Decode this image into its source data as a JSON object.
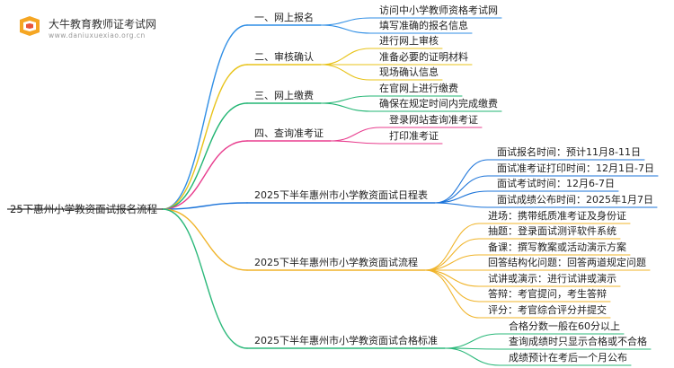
{
  "brand": {
    "title": "大牛教育教师证考试网",
    "url": "www.daniuxuexiao.org.cn"
  },
  "root": "25下惠州小学教资面试报名流程",
  "branches": [
    {
      "label": "一、网上报名",
      "color": "#2f8ee5",
      "children": [
        "访问中小学教师资格考试网",
        "填写准确的报名信息"
      ]
    },
    {
      "label": "二、审核确认",
      "color": "#e8c31a",
      "children": [
        "进行网上审核",
        "准备必要的证明材料",
        "现场确认信息"
      ]
    },
    {
      "label": "三、网上缴费",
      "color": "#22b573",
      "children": [
        "在官网上进行缴费",
        "确保在规定时间内完成缴费"
      ]
    },
    {
      "label": "四、查询准考证",
      "color": "#e83d8e",
      "children": [
        "登录网站查询准考证",
        "打印准考证"
      ]
    },
    {
      "label": "2025下半年惠州市小学教资面试日程表",
      "color": "#1a73d9",
      "children": [
        "面试报名时间：预计11月8-11日",
        "面试准考证打印时间：12月1日-7日",
        "面试考试时间：12月6-7日",
        "面试成绩公布时间：2025年1月7日"
      ]
    },
    {
      "label": "2025下半年惠州市小学教资面试流程",
      "color": "#f0b42a",
      "children": [
        "进场：携带纸质准考证及身份证",
        "抽题：登录面试测评软件系统",
        "备课：撰写教案或活动演示方案",
        "回答结构化问题：回答两道规定问题",
        "试讲或演示：进行试讲或演示",
        "答辩：考官提问，考生答辩",
        "评分：考官综合评分并提交"
      ]
    },
    {
      "label": "2025下半年惠州市小学教资面试合格标准",
      "color": "#2bb87a",
      "children": [
        "合格分数一般在60分以上",
        "查询成绩时只显示合格或不合格",
        "成绩预计在考后一个月公布"
      ]
    }
  ]
}
